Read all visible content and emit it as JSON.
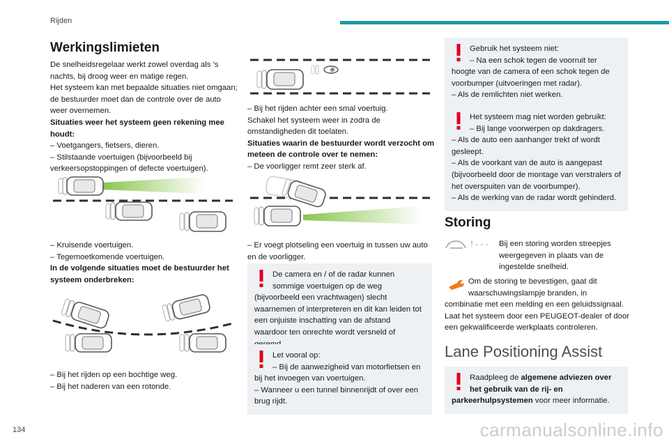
{
  "header": {
    "title": "Rijden"
  },
  "page_number": "134",
  "watermark": "carmanualsonline.info",
  "col1": {
    "heading": "Werkingslimieten",
    "intro": [
      "De snelheidsregelaar werkt zowel overdag als 's nachts, bij droog weer en matige regen.",
      "Het systeem kan met bepaalde situaties niet omgaan; de bestuurder moet dan de controle over de auto weer overnemen."
    ],
    "no_account_heading": "Situaties weer het systeem geen rekening mee houdt:",
    "no_account_items": [
      "–  Voetgangers, fietsers, dieren.",
      "–  Stilstaande voertuigen (bijvoorbeeld bij verkeersopstoppingen of defecte voertuigen)."
    ],
    "after_ill1": [
      "–  Kruisende voertuigen.",
      "–  Tegemoetkomende voertuigen."
    ],
    "interrupt_heading": "In de volgende situaties moet de bestuurder het systeem onderbreken:",
    "after_ill2": [
      "–  Bij het rijden op een bochtige weg.",
      "–  Bij het naderen van een rotonde."
    ]
  },
  "col2": {
    "after_ill3": [
      "–  Bij het rijden achter een smal voertuig.",
      "Schakel het systeem weer in zodra de omstandigheden dit toelaten."
    ],
    "regain_heading": "Situaties waarin de bestuurder wordt verzocht om meteen de controle over te nemen:",
    "regain_items": [
      "–  De voorligger remt zeer sterk af."
    ],
    "after_ill4": [
      "–  Er voegt plotseling een voertuig in tussen uw auto en de voorligger."
    ],
    "warn1": {
      "first": "De camera en / of de radar kunnen sommige voertuigen op de weg",
      "rest": "(bijvoorbeeld een vrachtwagen) slecht waarnemen of interpreteren en dit kan leiden tot een onjuiste inschatting van de afstand waardoor ten onrechte wordt versneld of geremd."
    },
    "warn2": {
      "first": "Let vooral op:",
      "first2": "–  Bij de aanwezigheid van motorfietsen en",
      "rest": "bij het invoegen van voertuigen.",
      "item2": "–  Wanneer u een tunnel binnenrijdt of over een brug rijdt."
    }
  },
  "col3": {
    "warn3": {
      "first": "Gebruik het systeem niet:",
      "first2": "–  Na een schok tegen de voorruit ter",
      "rest": "hoogte van de camera of een schok tegen de voorbumper (uitvoeringen met radar).",
      "item2": "–  Als de remlichten niet werken."
    },
    "warn4": {
      "first": "Het systeem mag niet worden gebruikt:",
      "first2": "–  Bij lange voorwerpen op dakdragers.",
      "items": [
        "–  Als de auto een aanhanger trekt of wordt gesleept.",
        "–  Als de voorkant van de auto is aangepast (bijvoorbeeld door de montage van verstralers of het overspuiten van de voorbumper).",
        "–  Als de werking van de radar wordt gehinderd."
      ]
    },
    "storing_heading": "Storing",
    "storing_p1": "Bij een storing worden streepjes weergegeven in plaats van de ingestelde snelheid.",
    "storing_icon_text": "! - - -",
    "storing_p2_first": "Om de storing te bevestigen, gaat dit waarschuwingslampje branden, in",
    "storing_p2_rest": "combinatie met een melding en een geluidssignaal. Laat het systeem door een PEUGEOT-dealer of door een gekwalificeerde werkplaats controleren.",
    "lpa_heading": "Lane Positioning Assist",
    "lpa_box": {
      "pre": "Raadpleeg de ",
      "bold1": "algemene adviezen over het gebruik van de rij- en",
      "bold2": "parkeerhulpsystemen",
      "post": " voor meer informatie."
    }
  },
  "colors": {
    "teal": "#1a9aa0",
    "warn_red": "#e2001a",
    "box_bg": "#eef1f4",
    "beam_green": "#7dbf3a",
    "wrench_orange": "#ee7d1a"
  }
}
